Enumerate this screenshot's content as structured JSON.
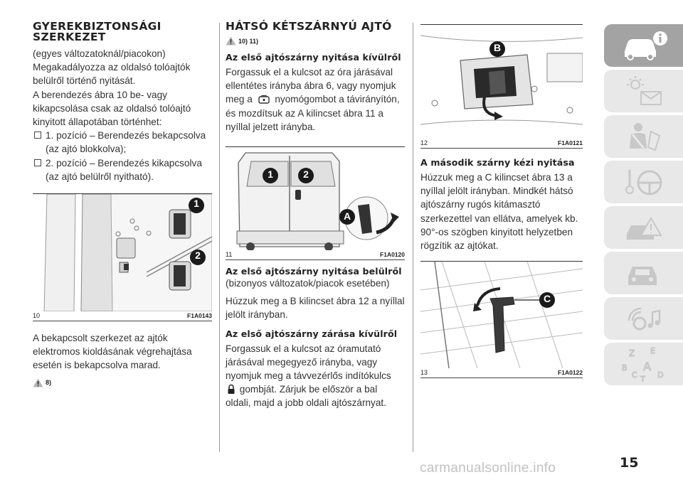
{
  "col1": {
    "title": "GYEREKBIZTONSÁGI SZERKEZET",
    "p1": "(egyes változatoknál/piacokon) Megakadályozza az oldalsó tolóajtók belülről történő nyitását.",
    "p2": "A berendezés ábra 10 be- vagy kikapcsolása csak az oldalsó tolóajtó kinyitott állapotában történhet:",
    "item1": "1. pozíció – Berendezés bekapcsolva (az ajtó blokkolva);",
    "item2": "2. pozíció – Berendezés kikapcsolva (az ajtó belülről nyitható).",
    "fig": {
      "num": "10",
      "code": "F1A0143",
      "markers": [
        "1",
        "2"
      ]
    },
    "p3": "A bekapcsolt szerkezet az ajtók elektromos kioldásának végrehajtása esetén is bekapcsolva marad.",
    "warn_ref": "8)"
  },
  "col2": {
    "title": "HÁTSÓ KÉTSZÁRNYÚ AJTÓ",
    "warn_ref": "10) 11)",
    "h_open_out": "Az első ajtószárny nyitása kívülről",
    "p_open_out_a": "Forgassuk el a kulcsot az óra járásával ellentétes irányba ábra 6, vagy nyomjuk meg a",
    "p_open_out_b": "nyomógombot a távirányítón, és mozdítsuk az A kilincset ábra 11 a nyíllal jelzett irányba.",
    "fig": {
      "num": "11",
      "code": "F1A0120",
      "markers": [
        "1",
        "2",
        "A"
      ]
    },
    "h_open_in": "Az első ajtószárny nyitása belülről",
    "sub_open_in": "(bizonyos változatok/piacok esetében)",
    "p_open_in": "Húzzuk meg a B kilincset ábra 12 a nyíllal jelölt irányban.",
    "h_close_out": "Az első ajtószárny zárása kívülről",
    "p_close_out_a": "Forgassuk el a kulcsot az óramutató járásával megegyező irányba, vagy nyomjuk meg a távvezérlős indítókulcs",
    "p_close_out_b": "gombját. Zárjuk be először a bal oldali, majd a jobb oldali ajtószárnyat."
  },
  "col3": {
    "fig12": {
      "num": "12",
      "code": "F1A0121",
      "marker": "B"
    },
    "h_second": "A második szárny kézi nyitása",
    "p_second": "Húzzuk meg a C kilincset ábra 13 a nyíllal jelölt irányban. Mindkét hátsó ajtószárny rugós kitámasztó szerkezettel van ellátva, amelyek kb. 90°-os szögben kinyitott helyzetben rögzítik az ajtókat.",
    "fig13": {
      "num": "13",
      "code": "F1A0122",
      "marker": "C"
    }
  },
  "side_tabs": [
    {
      "icon": "car-info-icon",
      "active": true
    },
    {
      "icon": "dashboard-lights-icon",
      "active": false
    },
    {
      "icon": "seatbelt-safety-icon",
      "active": false
    },
    {
      "icon": "steering-wheel-icon",
      "active": false
    },
    {
      "icon": "warning-car-icon",
      "active": false
    },
    {
      "icon": "car-service-icon",
      "active": false
    },
    {
      "icon": "multimedia-icon",
      "active": false
    },
    {
      "icon": "alphabet-index-icon",
      "active": false
    }
  ],
  "tab_index_letters": [
    "Z",
    "E",
    "B",
    "A",
    "C",
    "T",
    "D"
  ],
  "page_number": "15",
  "watermark": "carmanualsonline.info",
  "colors": {
    "tab_active": "#a3a3a3",
    "tab_inactive": "#e8e8e8",
    "marker": "#1a1a1a"
  }
}
